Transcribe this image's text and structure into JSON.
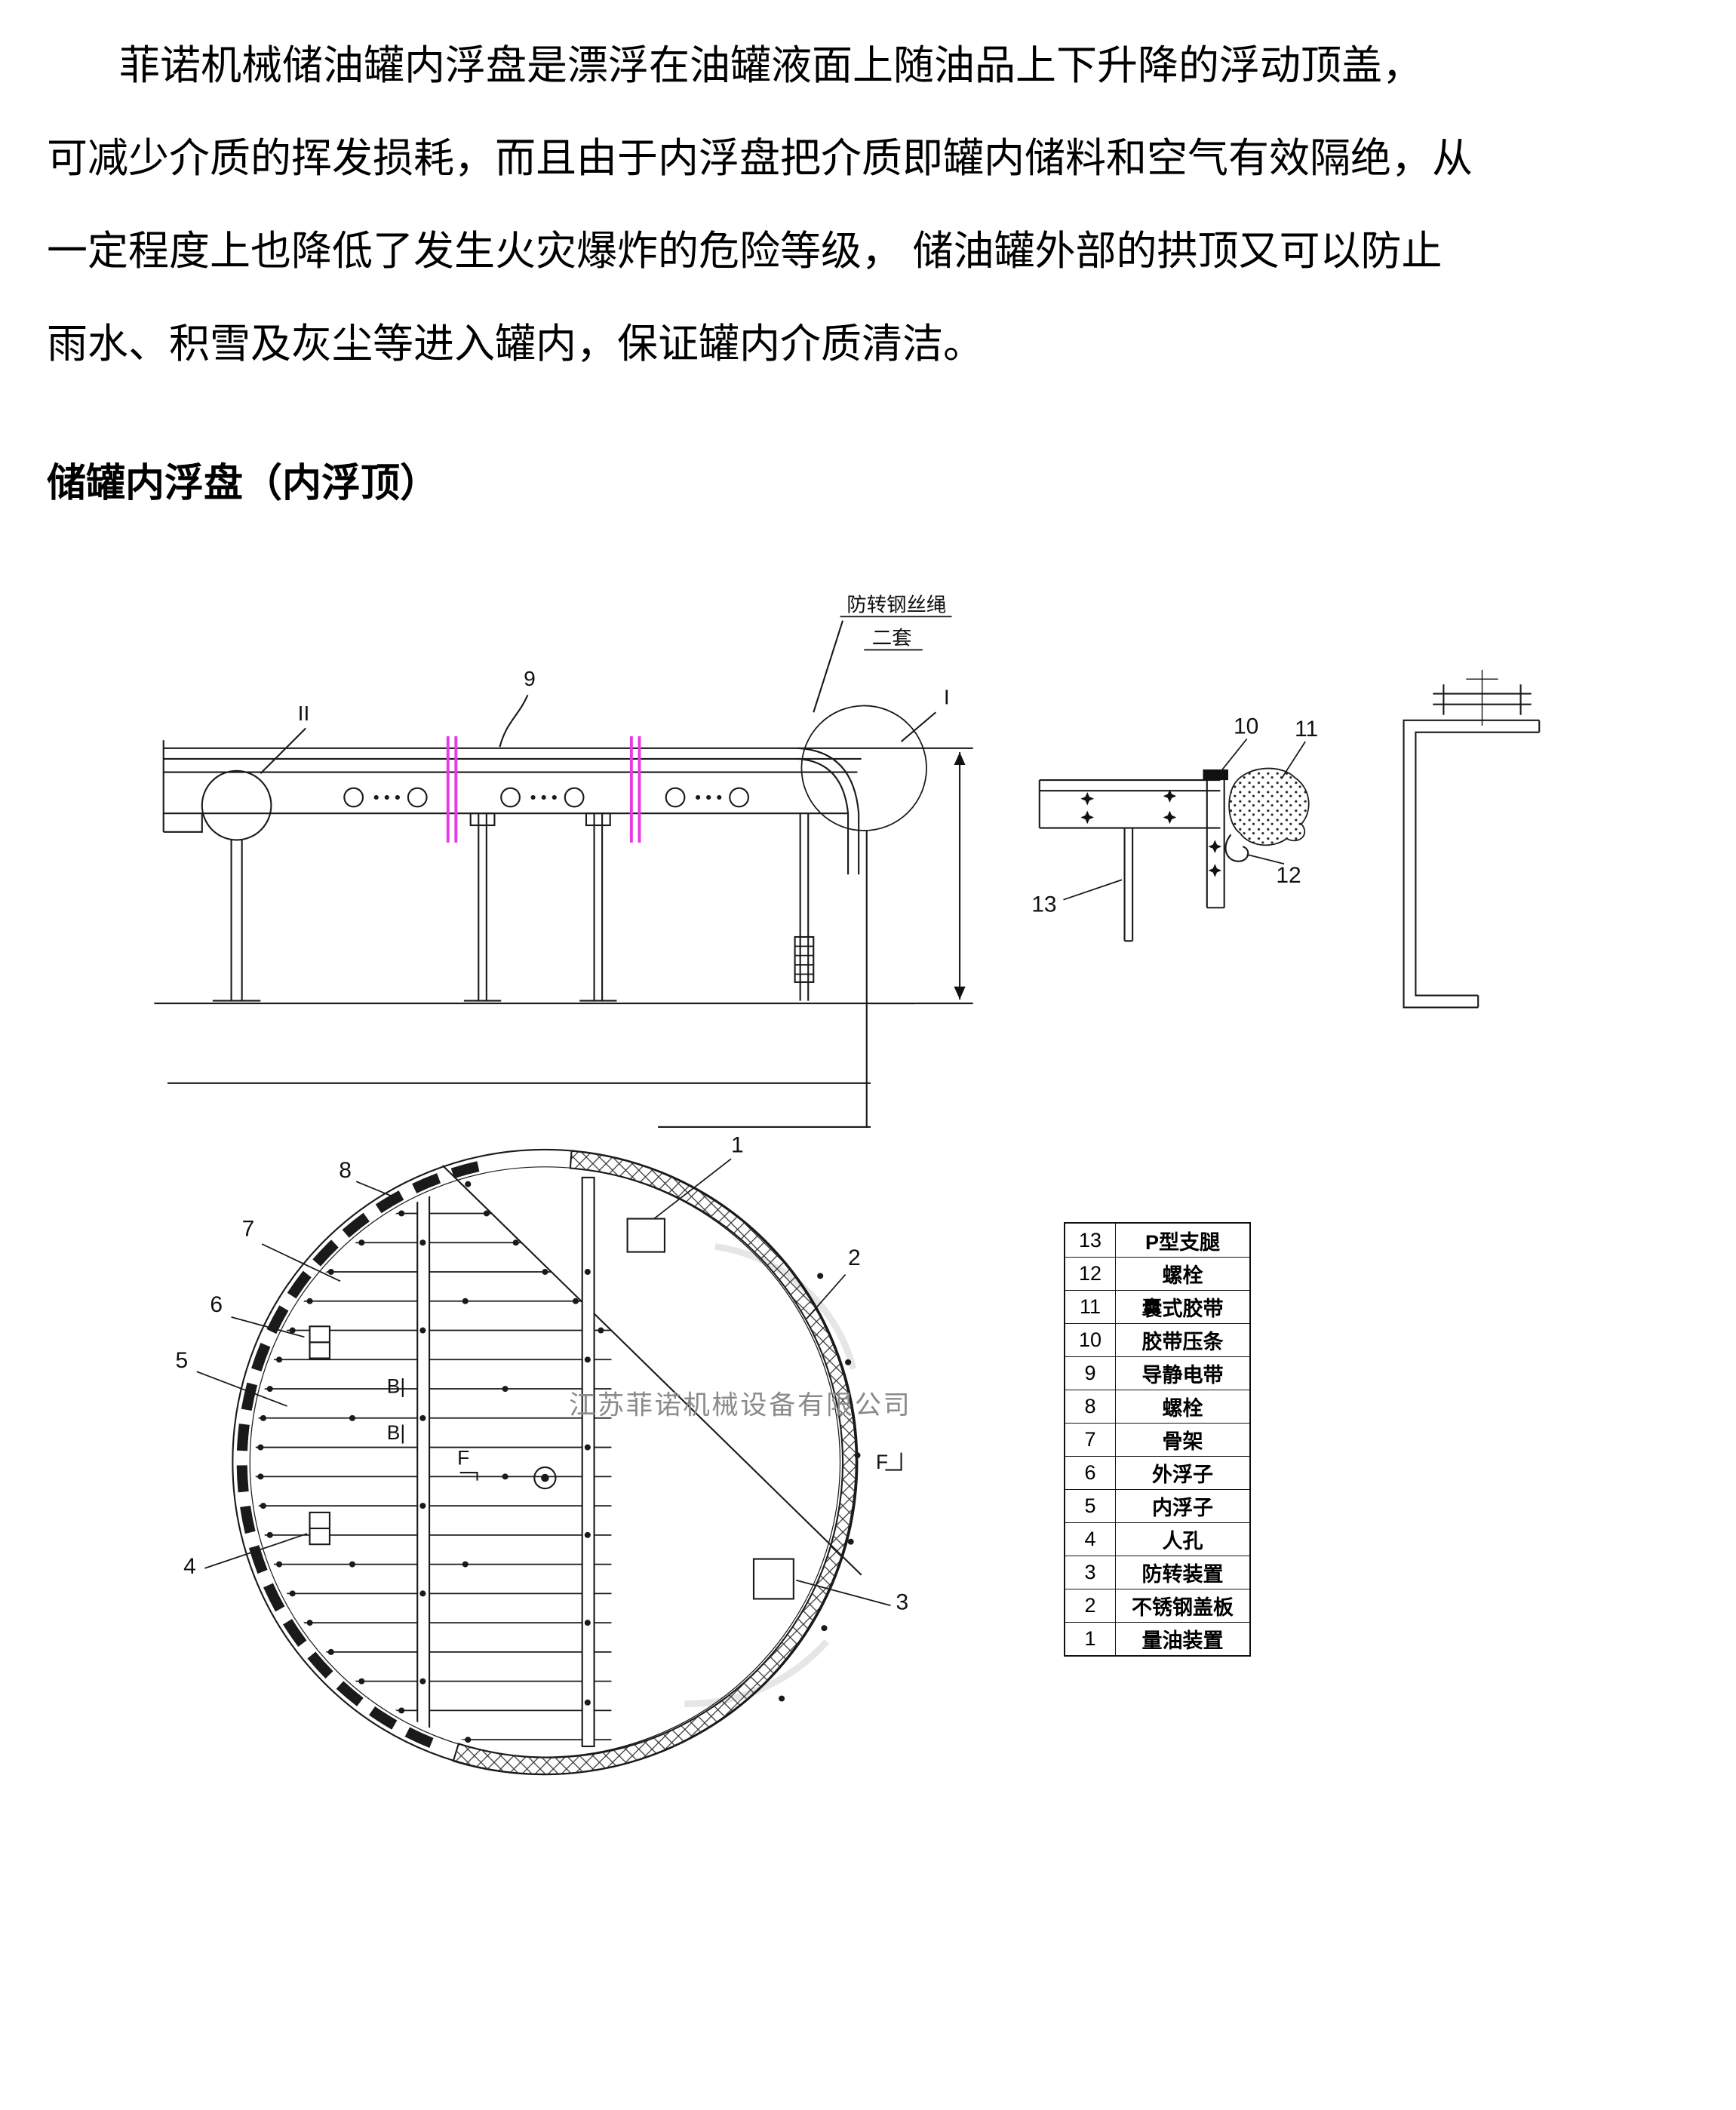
{
  "paragraph": {
    "lines": [
      "菲诺机械储油罐内浮盘是漂浮在油罐液面上随油品上下升降的浮动顶盖，",
      "可减少介质的挥发损耗，而且由于内浮盘把介质即罐内储料和空气有效隔绝，从",
      "一定程度上也降低了发生火灾爆炸的危险等级， 储油罐外部的拱顶又可以防止",
      "雨水、积雪及灰尘等进入罐内，保证罐内介质清洁。"
    ]
  },
  "heading": "储罐内浮盘（内浮顶）",
  "drawing": {
    "note": {
      "line1": "防转钢丝绳",
      "line2": "二套"
    },
    "labels": {
      "sec2": "II",
      "sec1": "I",
      "n1": "1",
      "n2": "2",
      "n3": "3",
      "n4": "4",
      "n5": "5",
      "n6": "6",
      "n7": "7",
      "n8": "8",
      "n9": "9",
      "n10": "10",
      "n11": "11",
      "n12": "12",
      "n13": "13",
      "b_upper": "B|",
      "b_lower": "B|",
      "f_left": "F",
      "f_right": "F"
    },
    "watermark": "江苏菲诺机械设备有限公司"
  },
  "parts_table": {
    "rows": [
      {
        "no": "13",
        "name": "P型支腿"
      },
      {
        "no": "12",
        "name": "螺栓"
      },
      {
        "no": "11",
        "name": "囊式胶带"
      },
      {
        "no": "10",
        "name": "胶带压条"
      },
      {
        "no": "9",
        "name": "导静电带"
      },
      {
        "no": "8",
        "name": "螺栓"
      },
      {
        "no": "7",
        "name": "骨架"
      },
      {
        "no": "6",
        "name": "外浮子"
      },
      {
        "no": "5",
        "name": "内浮子"
      },
      {
        "no": "4",
        "name": "人孔"
      },
      {
        "no": "3",
        "name": "防转装置"
      },
      {
        "no": "2",
        "name": "不锈钢盖板"
      },
      {
        "no": "1",
        "name": "量油装置"
      }
    ]
  },
  "colors": {
    "line": "#1a1a1a",
    "accent_magenta": "#e838e8",
    "watermark_gray": "#8a8a8a"
  }
}
